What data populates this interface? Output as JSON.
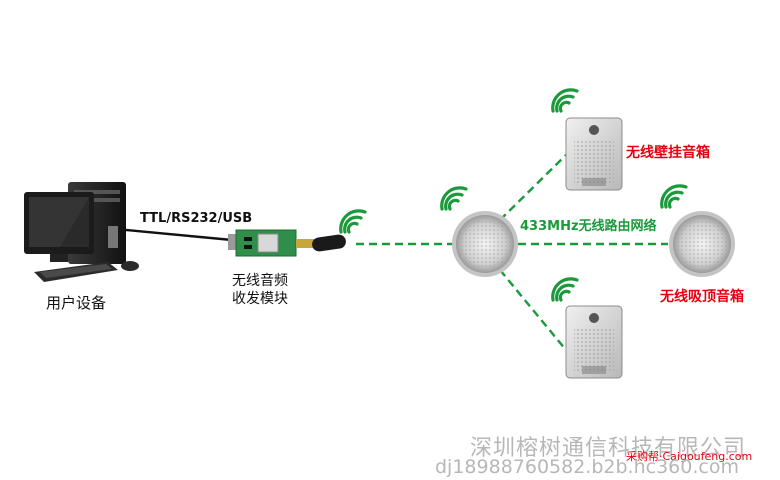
{
  "labels": {
    "serial_link": "TTL/RS232/USB",
    "user_device": "用户设备",
    "module_line1": "无线音频",
    "module_line2": "收发模块",
    "wall_speaker": "无线壁挂音箱",
    "network": "433MHz无线路由网络",
    "ceiling_speaker": "无线吸顶音箱"
  },
  "footer": {
    "company": "深圳榕树通信科技有限公司",
    "contact": "dj18988760582.b2b.hc360.com",
    "watermark": "采购帮·Caigoufeng.com"
  },
  "colors": {
    "signal_green": "#1a9a3a",
    "label_red": "#e8000e",
    "link_green": "#1a9a3a"
  },
  "icons": [
    "computer-icon",
    "audio-module-icon",
    "wireless-signal-icon",
    "ceiling-speaker-icon",
    "wall-speaker-icon"
  ]
}
